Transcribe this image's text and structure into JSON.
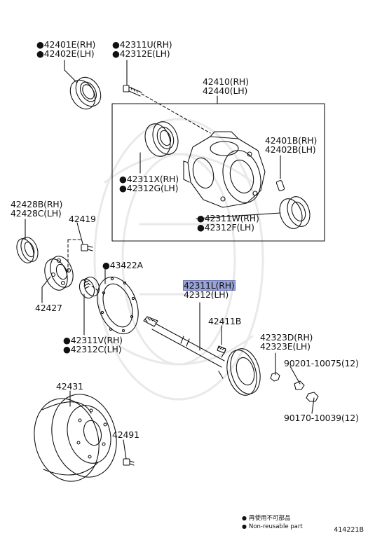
{
  "callouts": {
    "c01": [
      "●42401E(RH)",
      "●42402E(LH)"
    ],
    "c02": [
      "●42311U(RH)",
      "●42312E(LH)"
    ],
    "c03": [
      "42410(RH)",
      "42440(LH)"
    ],
    "c04": [
      "42401B(RH)",
      "42402B(LH)"
    ],
    "c05": [
      "●42311X(RH)",
      "●42312G(LH)"
    ],
    "c06": [
      "42428B(RH)",
      "42428C(LH)"
    ],
    "c07": [
      "42419"
    ],
    "c08": [
      "●42311W(RH)",
      "●42312F(LH)"
    ],
    "c09": [
      "●43422A"
    ],
    "c10": [
      "42311L(RH)",
      "42312(LH)"
    ],
    "c11": [
      "42427"
    ],
    "c12": [
      "42411B"
    ],
    "c13": [
      "42323D(RH)",
      "42323E(LH)"
    ],
    "c14": [
      "●42311V(RH)",
      "●42312C(LH)"
    ],
    "c15": [
      "90201-10075(12)"
    ],
    "c16": [
      "42431"
    ],
    "c17": [
      "90170-10039(12)"
    ],
    "c18": [
      "42491"
    ]
  },
  "highlighted": "c10",
  "legend": {
    "line1": "再使用不可部品",
    "line2": "Non-reusable part"
  },
  "figure_id": "414221B"
}
